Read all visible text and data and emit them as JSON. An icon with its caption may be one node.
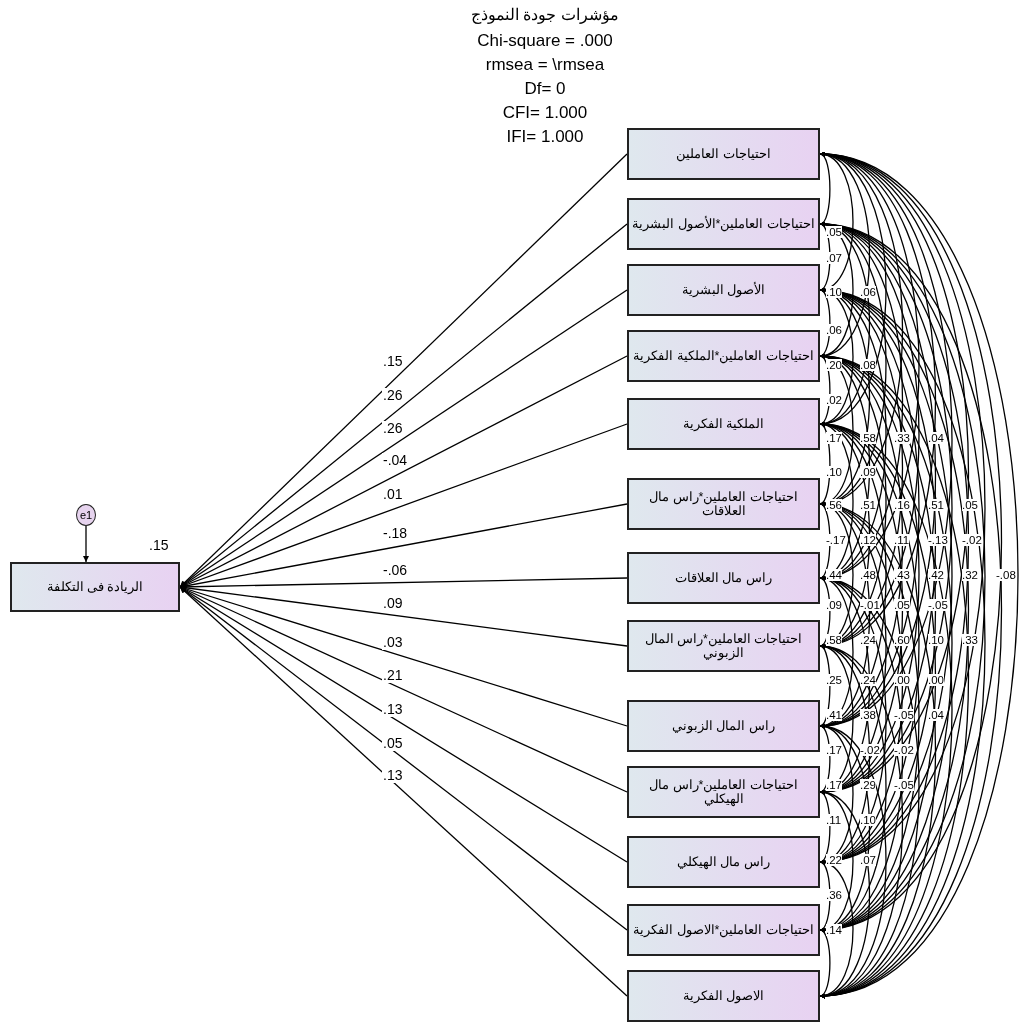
{
  "diagram": {
    "title": "مؤشرات جودة النموذج",
    "nodes": [
      {
        "text": [
          "e1"
        ]
      },
      {
        "text": [
          "الريادة فى التكلفة"
        ],
        "beside": [
          ".15"
        ]
      },
      {
        "text": [
          "احتياجات العاملين"
        ]
      },
      {
        "text": [
          "احتياجات العاملين*الأصول البشرية"
        ]
      },
      {
        "text": [
          "الأصول البشرية"
        ]
      },
      {
        "text": [
          "احتياجات العاملين*الملكية الفكرية"
        ]
      },
      {
        "text": [
          "الملكية الفكرية"
        ]
      },
      {
        "text": [
          "احتياجات العاملين*راس مال العلاقات"
        ]
      },
      {
        "text": [
          "راس مال العلاقات"
        ]
      },
      {
        "text": [
          "احتياجات العاملين*راس المال الزبوني"
        ]
      },
      {
        "text": [
          "راس المال الزبوني"
        ]
      },
      {
        "text": [
          "احتياجات العاملين*راس مال الهيكلي"
        ]
      },
      {
        "text": [
          "راس مال الهيكلي"
        ]
      },
      {
        "text": [
          "احتياجات العاملين*الاصول الفكرية"
        ]
      },
      {
        "text": [
          "الاصول الفكرية"
        ]
      }
    ],
    "edges": [
      {
        "from": 0,
        "to": 1,
        "arrow": "to"
      },
      {
        "from": 2,
        "to": 1,
        "arrow": "to",
        "label": ".15"
      },
      {
        "from": 3,
        "to": 1,
        "arrow": "to",
        "label": ".26"
      },
      {
        "from": 4,
        "to": 1,
        "arrow": "to",
        "label": ".26"
      },
      {
        "from": 5,
        "to": 1,
        "arrow": "to",
        "label": "-.04"
      },
      {
        "from": 6,
        "to": 1,
        "arrow": "to",
        "label": ".01"
      },
      {
        "from": 7,
        "to": 1,
        "arrow": "to",
        "label": "-.18"
      },
      {
        "from": 8,
        "to": 1,
        "arrow": "to",
        "label": "-.06"
      },
      {
        "from": 9,
        "to": 1,
        "arrow": "to",
        "label": ".09"
      },
      {
        "from": 10,
        "to": 1,
        "arrow": "to",
        "label": ".03"
      },
      {
        "from": 11,
        "to": 1,
        "arrow": "to",
        "label": ".21"
      },
      {
        "from": 12,
        "to": 1,
        "arrow": "to",
        "label": ".13"
      },
      {
        "from": 13,
        "to": 1,
        "arrow": "to",
        "label": ".05"
      },
      {
        "from": 14,
        "to": 1,
        "arrow": "to",
        "label": ".13"
      },
      {
        "from": 2,
        "to": 3,
        "arrow": "both"
      },
      {
        "from": 2,
        "to": 4,
        "arrow": "both"
      },
      {
        "from": 2,
        "to": 5,
        "arrow": "both"
      },
      {
        "from": 2,
        "to": 6,
        "arrow": "both"
      },
      {
        "from": 2,
        "to": 7,
        "arrow": "both"
      },
      {
        "from": 2,
        "to": 8,
        "arrow": "both"
      },
      {
        "from": 2,
        "to": 9,
        "arrow": "both"
      },
      {
        "from": 2,
        "to": 10,
        "arrow": "both"
      },
      {
        "from": 2,
        "to": 11,
        "arrow": "both"
      },
      {
        "from": 2,
        "to": 12,
        "arrow": "both"
      },
      {
        "from": 2,
        "to": 13,
        "arrow": "both"
      },
      {
        "from": 2,
        "to": 14,
        "arrow": "both"
      },
      {
        "from": 3,
        "to": 4,
        "arrow": "both"
      },
      {
        "from": 3,
        "to": 5,
        "arrow": "both"
      },
      {
        "from": 3,
        "to": 6,
        "arrow": "both"
      },
      {
        "from": 3,
        "to": 7,
        "arrow": "both"
      },
      {
        "from": 3,
        "to": 8,
        "arrow": "both"
      },
      {
        "from": 3,
        "to": 9,
        "arrow": "both"
      },
      {
        "from": 3,
        "to": 10,
        "arrow": "both"
      },
      {
        "from": 3,
        "to": 11,
        "arrow": "both"
      },
      {
        "from": 3,
        "to": 12,
        "arrow": "both"
      },
      {
        "from": 3,
        "to": 13,
        "arrow": "both"
      },
      {
        "from": 3,
        "to": 14,
        "arrow": "both"
      },
      {
        "from": 4,
        "to": 5,
        "arrow": "both"
      },
      {
        "from": 4,
        "to": 6,
        "arrow": "both"
      },
      {
        "from": 4,
        "to": 7,
        "arrow": "both"
      },
      {
        "from": 4,
        "to": 8,
        "arrow": "both"
      },
      {
        "from": 4,
        "to": 9,
        "arrow": "both"
      },
      {
        "from": 4,
        "to": 10,
        "arrow": "both"
      },
      {
        "from": 4,
        "to": 11,
        "arrow": "both"
      },
      {
        "from": 4,
        "to": 12,
        "arrow": "both"
      },
      {
        "from": 4,
        "to": 13,
        "arrow": "both"
      },
      {
        "from": 4,
        "to": 14,
        "arrow": "both"
      },
      {
        "from": 5,
        "to": 6,
        "arrow": "both"
      },
      {
        "from": 5,
        "to": 7,
        "arrow": "both"
      },
      {
        "from": 5,
        "to": 8,
        "arrow": "both"
      },
      {
        "from": 5,
        "to": 9,
        "arrow": "both"
      },
      {
        "from": 5,
        "to": 10,
        "arrow": "both"
      },
      {
        "from": 5,
        "to": 11,
        "arrow": "both"
      },
      {
        "from": 5,
        "to": 12,
        "arrow": "both"
      },
      {
        "from": 5,
        "to": 13,
        "arrow": "both"
      },
      {
        "from": 5,
        "to": 14,
        "arrow": "both"
      },
      {
        "from": 6,
        "to": 7,
        "arrow": "both"
      },
      {
        "from": 6,
        "to": 8,
        "arrow": "both"
      },
      {
        "from": 6,
        "to": 9,
        "arrow": "both"
      },
      {
        "from": 6,
        "to": 10,
        "arrow": "both"
      },
      {
        "from": 6,
        "to": 11,
        "arrow": "both"
      },
      {
        "from": 6,
        "to": 12,
        "arrow": "both"
      },
      {
        "from": 6,
        "to": 13,
        "arrow": "both"
      },
      {
        "from": 6,
        "to": 14,
        "arrow": "both"
      },
      {
        "from": 7,
        "to": 8,
        "arrow": "both"
      },
      {
        "from": 7,
        "to": 9,
        "arrow": "both"
      },
      {
        "from": 7,
        "to": 10,
        "arrow": "both"
      },
      {
        "from": 7,
        "to": 11,
        "arrow": "both"
      },
      {
        "from": 7,
        "to": 12,
        "arrow": "both"
      },
      {
        "from": 7,
        "to": 13,
        "arrow": "both"
      },
      {
        "from": 7,
        "to": 14,
        "arrow": "both"
      },
      {
        "from": 8,
        "to": 9,
        "arrow": "both"
      },
      {
        "from": 8,
        "to": 10,
        "arrow": "both"
      },
      {
        "from": 8,
        "to": 11,
        "arrow": "both"
      },
      {
        "from": 8,
        "to": 12,
        "arrow": "both"
      },
      {
        "from": 8,
        "to": 13,
        "arrow": "both"
      },
      {
        "from": 8,
        "to": 14,
        "arrow": "both"
      },
      {
        "from": 9,
        "to": 10,
        "arrow": "both"
      },
      {
        "from": 9,
        "to": 11,
        "arrow": "both"
      },
      {
        "from": 9,
        "to": 12,
        "arrow": "both"
      },
      {
        "from": 9,
        "to": 13,
        "arrow": "both"
      },
      {
        "from": 9,
        "to": 14,
        "arrow": "both"
      },
      {
        "from": 10,
        "to": 11,
        "arrow": "both"
      },
      {
        "from": 10,
        "to": 12,
        "arrow": "both"
      },
      {
        "from": 10,
        "to": 13,
        "arrow": "both"
      },
      {
        "from": 10,
        "to": 14,
        "arrow": "both"
      },
      {
        "from": 11,
        "to": 12,
        "arrow": "both"
      },
      {
        "from": 11,
        "to": 13,
        "arrow": "both"
      },
      {
        "from": 11,
        "to": 14,
        "arrow": "both"
      },
      {
        "from": 12,
        "to": 13,
        "arrow": "both"
      },
      {
        "from": 12,
        "to": 14,
        "arrow": "both"
      },
      {
        "from": 13,
        "to": 14,
        "arrow": "both"
      }
    ],
    "labels": [
      "Chi-square = .000",
      "rmsea = \\rmsea",
      "Df= 0",
      "CFI= 1.000",
      "IFI= 1.000",
      ".05",
      ".07",
      ".10",
      ".06",
      ".06",
      ".20",
      ".08",
      ".02",
      ".17",
      ".58",
      ".33",
      ".04",
      ".10",
      ".09",
      ".56",
      ".51",
      ".16",
      ".51",
      ".05",
      "-.17",
      ".12",
      ".11",
      "-.13",
      "-.02",
      ".44",
      ".48",
      ".43",
      ".42",
      ".32",
      "-.08",
      ".09",
      "-.01",
      ".05",
      "-.05",
      ".58",
      ".24",
      ".60",
      ".10",
      ".33",
      ".25",
      ".24",
      ".00",
      ".00",
      ".41",
      ".38",
      "-.05",
      ".04",
      ".17",
      "-.02",
      "-.02",
      ".17",
      ".29",
      "-.05",
      ".11",
      ".10",
      ".22",
      ".07",
      ".36",
      ".14"
    ]
  }
}
